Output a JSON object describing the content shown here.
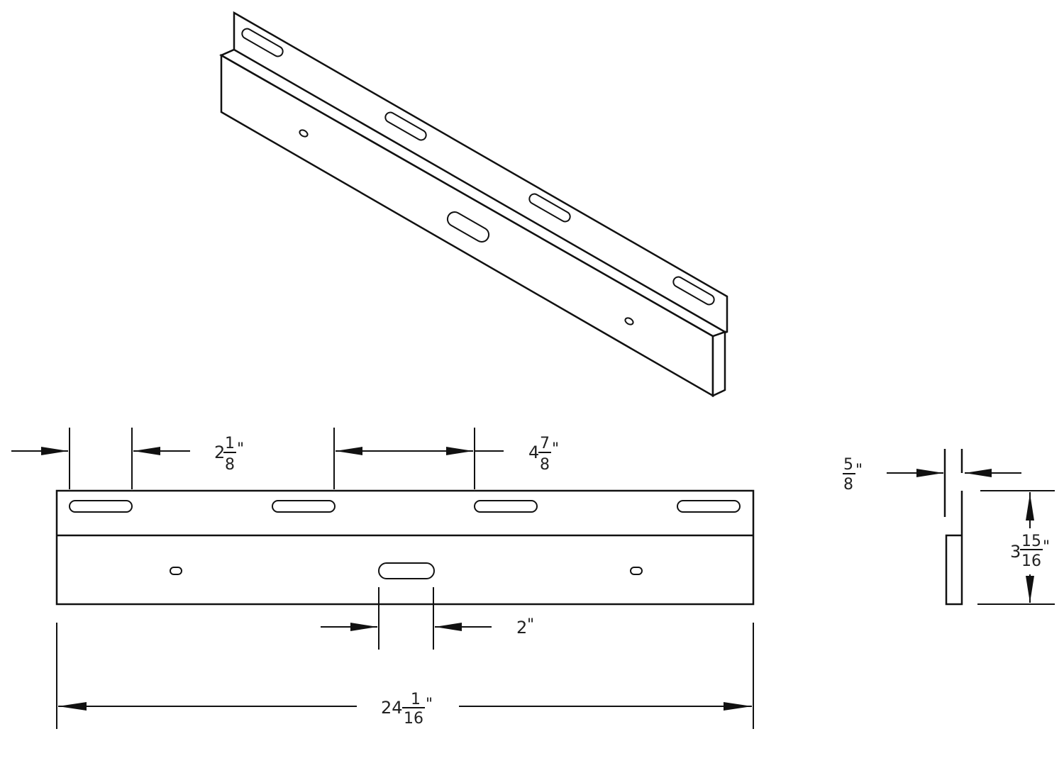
{
  "drawing": {
    "title": "Wall mounting bracket",
    "dimensions": {
      "slot_end_spacing": {
        "whole": "2",
        "num": "1",
        "den": "8",
        "unit": "\""
      },
      "slot_spacing": {
        "whole": "4",
        "num": "7",
        "den": "8",
        "unit": "\""
      },
      "center_slot_width": {
        "whole": "2",
        "unit": "\""
      },
      "overall_length": {
        "whole": "24",
        "num": "1",
        "den": "16",
        "unit": "\""
      },
      "flange_offset": {
        "num": "5",
        "den": "8",
        "unit": "\""
      },
      "height": {
        "whole": "3",
        "num": "15",
        "den": "16",
        "unit": "\""
      }
    }
  }
}
